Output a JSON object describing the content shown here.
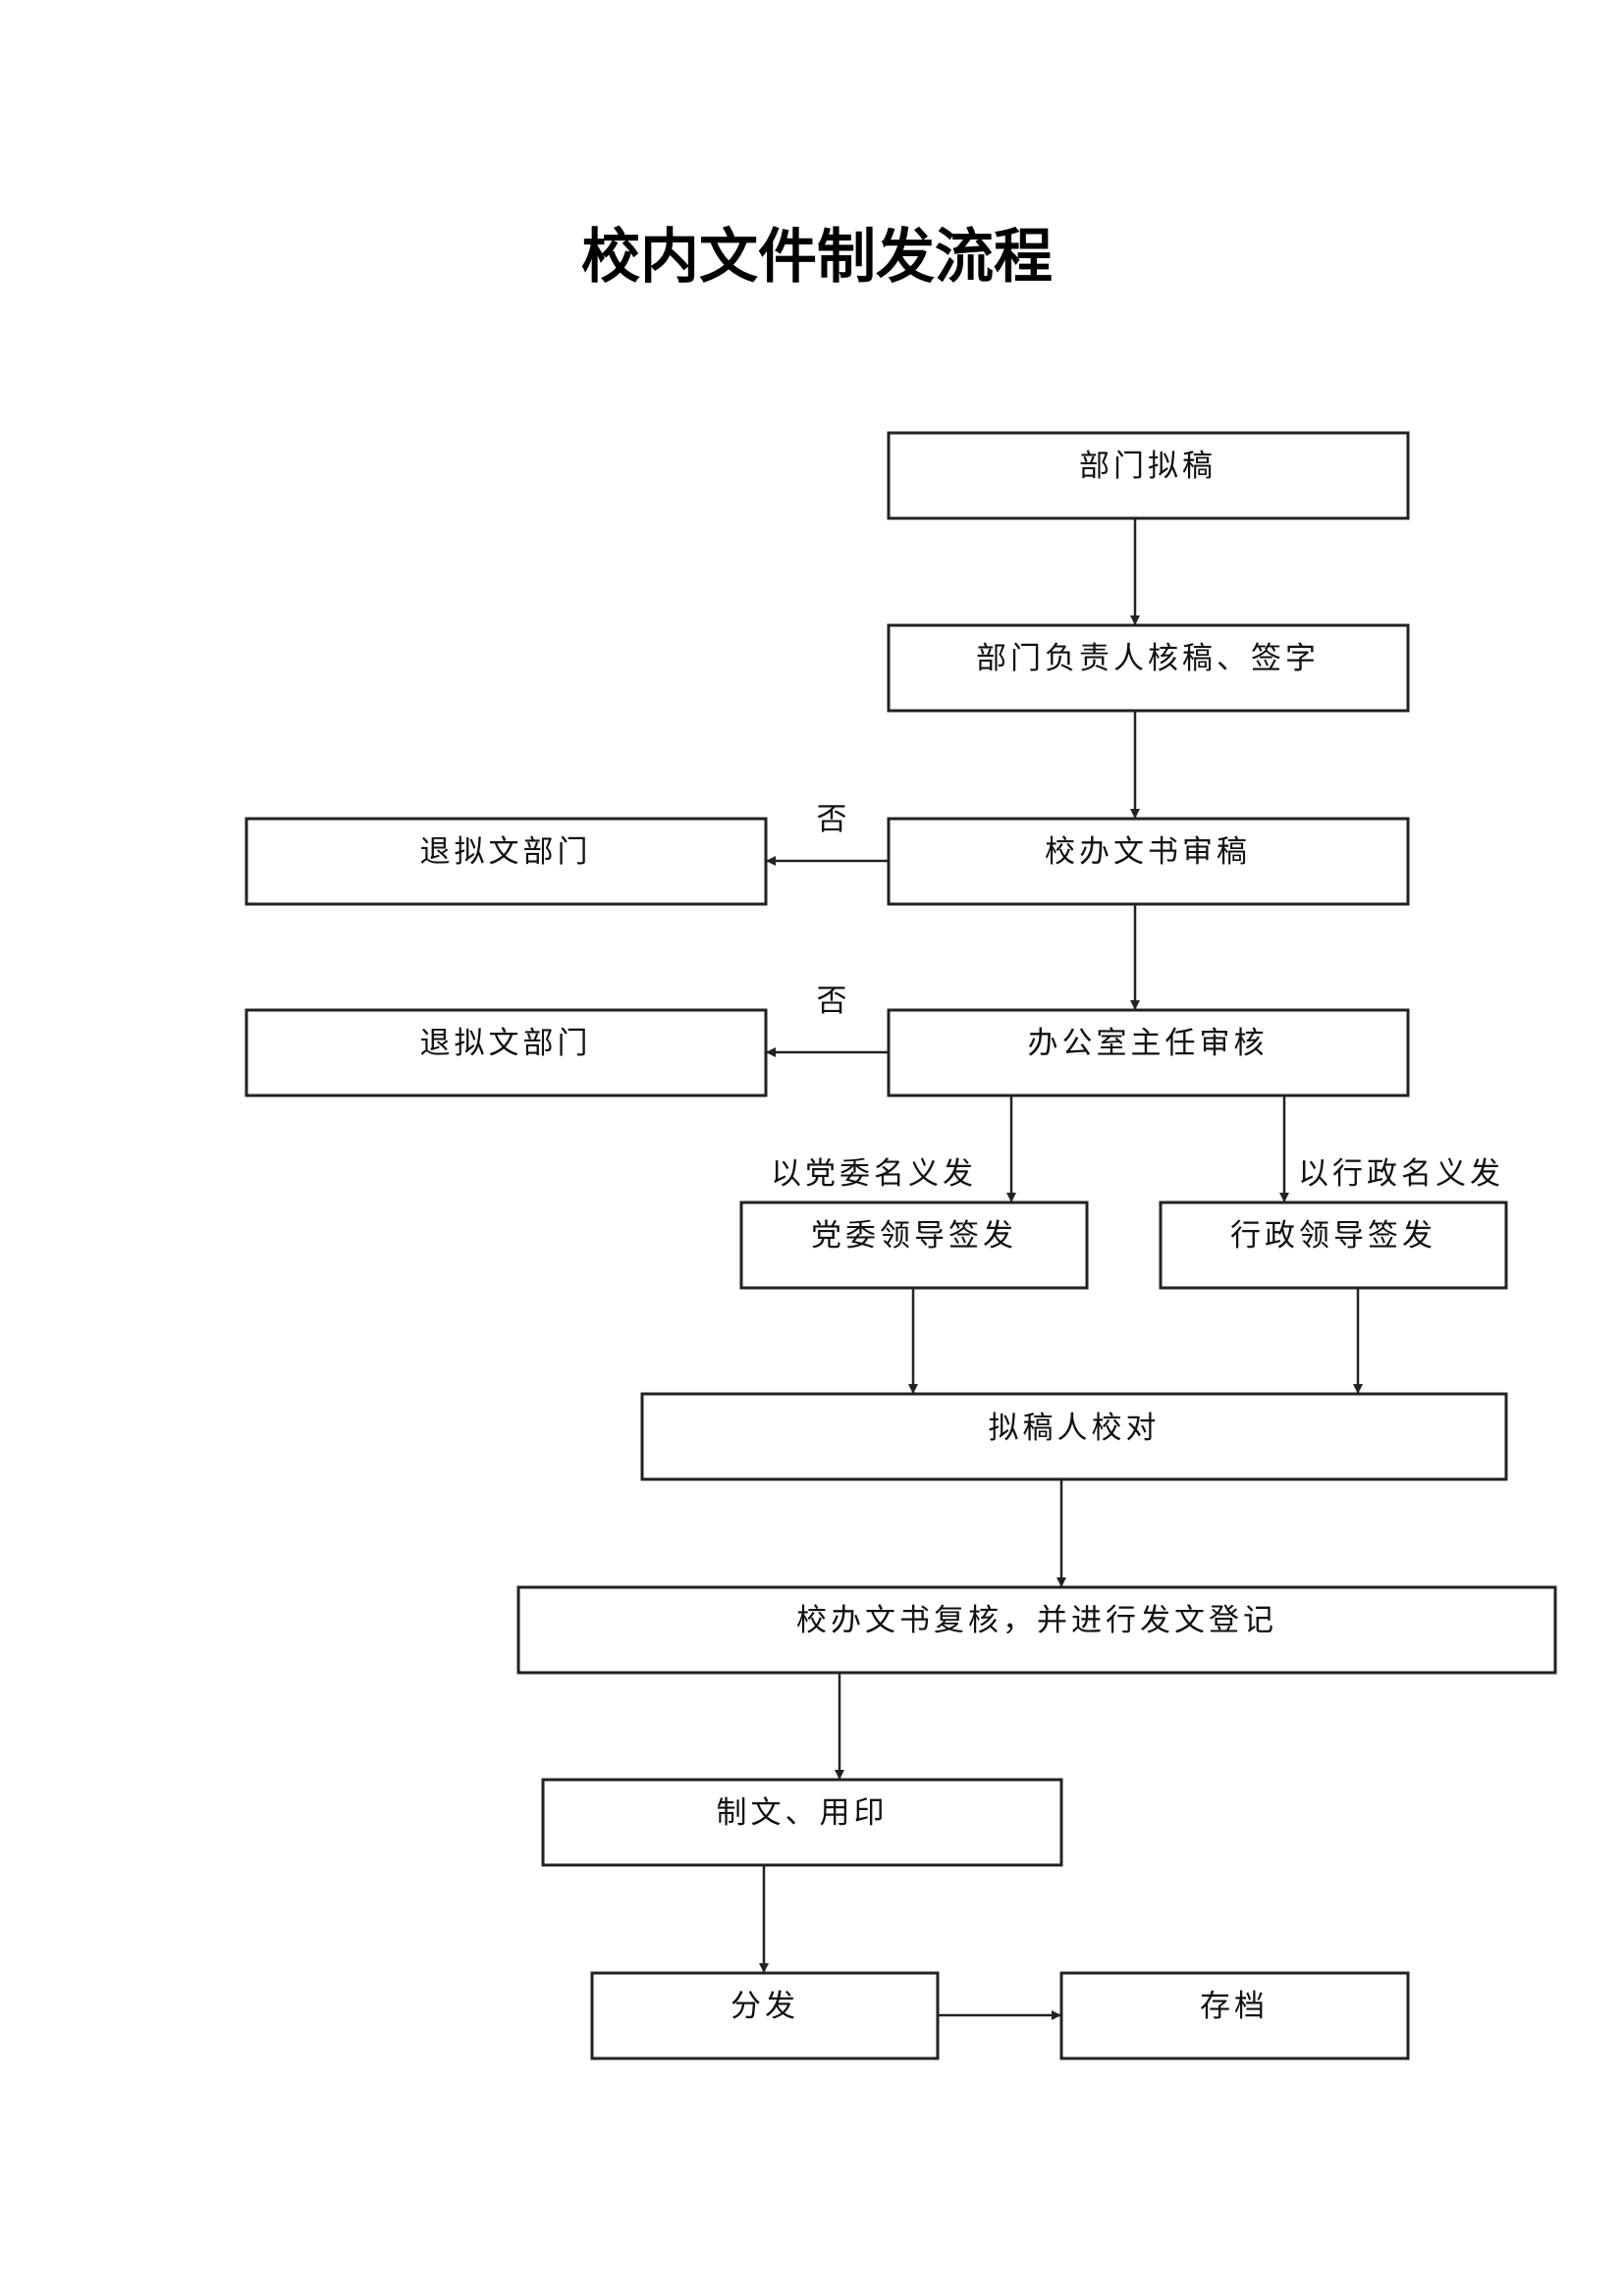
{
  "title": "校内文件制发流程",
  "nodes": {
    "draft": "部门拟稿",
    "dept_head": "部门负责人核稿、签字",
    "secretary_review": "校办文书审稿",
    "reject1": "退拟文部门",
    "director_review": "办公室主任审核",
    "reject2": "退拟文部门",
    "party_sign": "党委领导签发",
    "admin_sign": "行政领导签发",
    "proofread": "拟稿人校对",
    "recheck": "校办文书复核，并进行发文登记",
    "produce": "制文、用印",
    "distribute": "分发",
    "archive": "存档"
  },
  "labels": {
    "no1": "否",
    "no2": "否",
    "party_name": "以党委名义发",
    "admin_name": "以行政名义发"
  }
}
